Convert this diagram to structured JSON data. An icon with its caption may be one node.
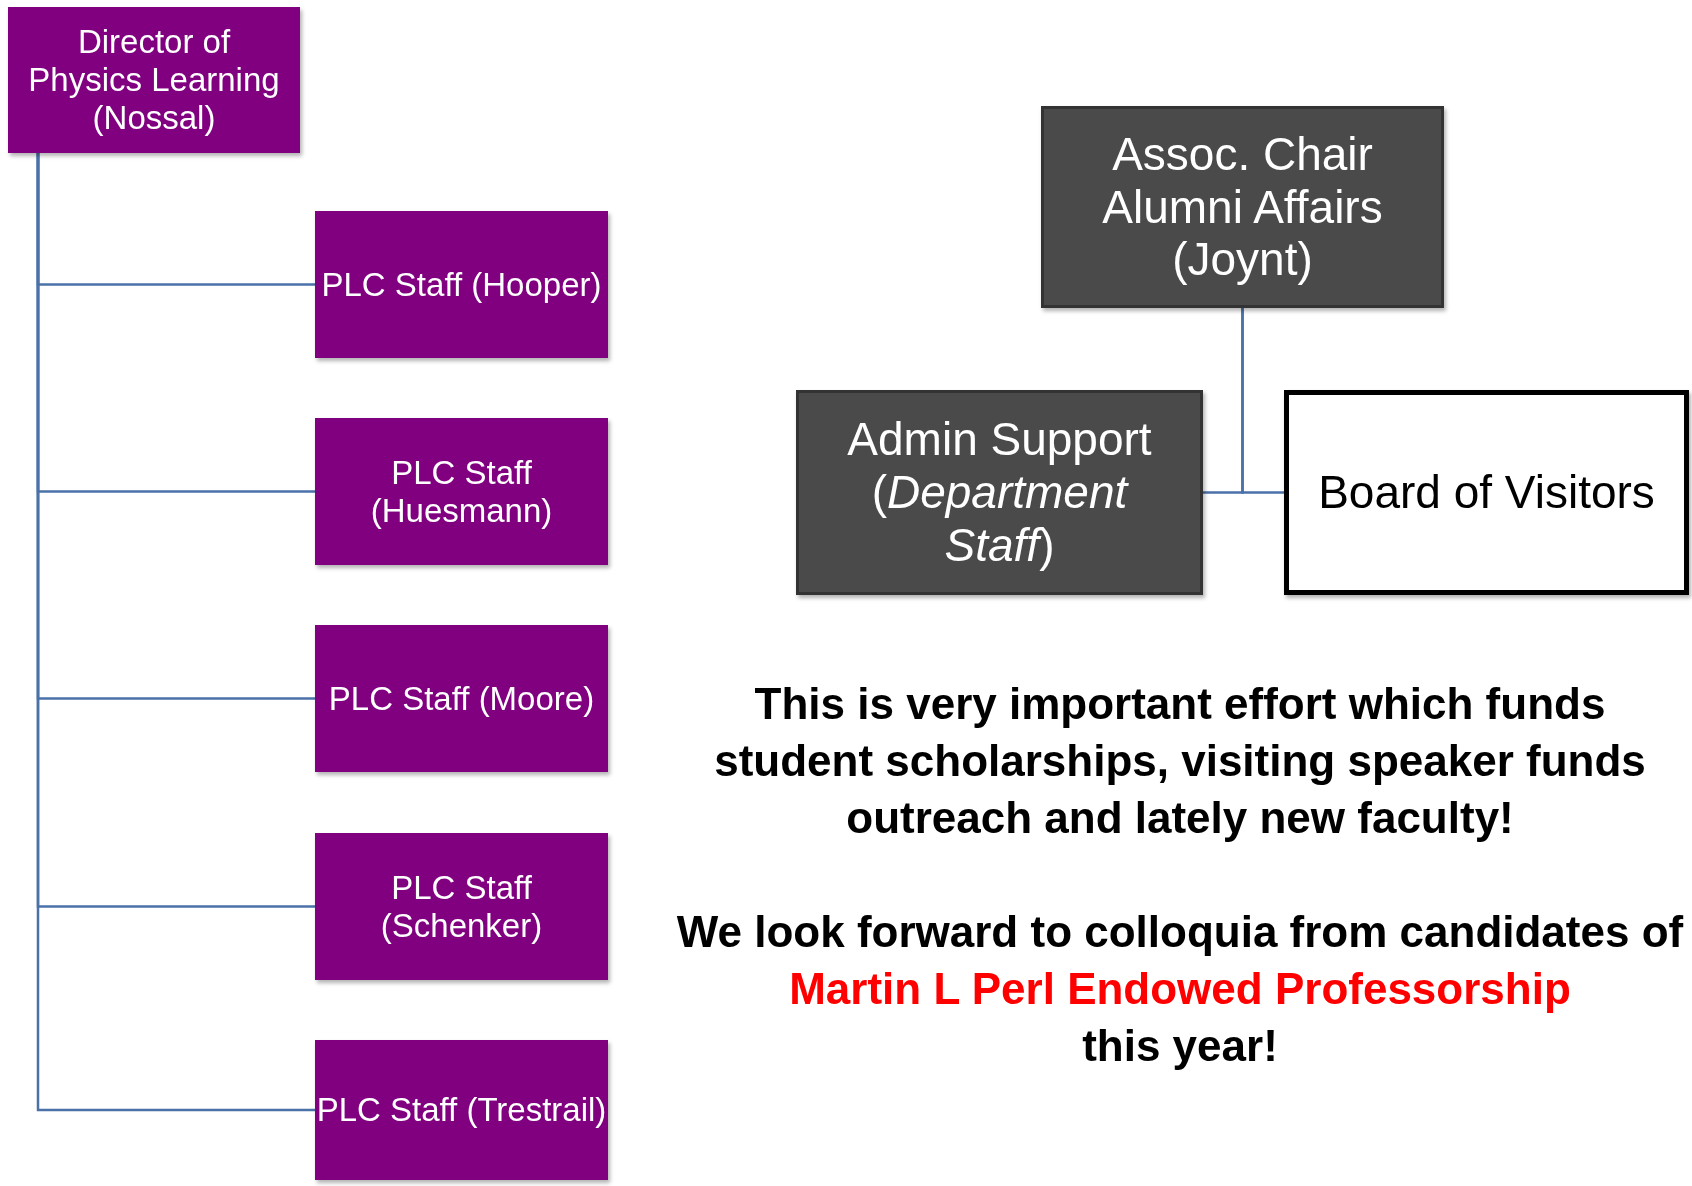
{
  "diagram": {
    "nodes": [
      {
        "text": [
          "Director of Physics Learning (Nossal)"
        ]
      },
      {
        "text": [
          "PLC Staff (Hooper)"
        ]
      },
      {
        "text": [
          "PLC Staff (Huesmann)"
        ]
      },
      {
        "text": [
          "PLC Staff (Moore)"
        ]
      },
      {
        "text": [
          "PLC Staff (Schenker)"
        ]
      },
      {
        "text": [
          "PLC Staff (Trestrail)"
        ]
      },
      {
        "text": [
          "Assoc. Chair Alumni Affairs (Joynt)"
        ]
      },
      {
        "text": [
          "Admin Support (*Department Staff*)"
        ]
      },
      {
        "text": [
          "Board of Visitors"
        ]
      }
    ],
    "edges": [
      {
        "from": 0,
        "to": 1,
        "arrow": "none"
      },
      {
        "from": 0,
        "to": 2,
        "arrow": "none"
      },
      {
        "from": 0,
        "to": 3,
        "arrow": "none"
      },
      {
        "from": 0,
        "to": 4,
        "arrow": "none"
      },
      {
        "from": 0,
        "to": 5,
        "arrow": "none"
      },
      {
        "from": 6,
        "to": 7,
        "arrow": "none"
      },
      {
        "from": 6,
        "to": 8,
        "arrow": "none"
      }
    ],
    "labels": [
      "This is very important effort which funds student scholarships, visiting speaker funds outreach and lately new faculty!",
      "We look forward to colloquia from candidates of",
      "Martin L Perl Endowed Professorship",
      "this year!"
    ]
  }
}
